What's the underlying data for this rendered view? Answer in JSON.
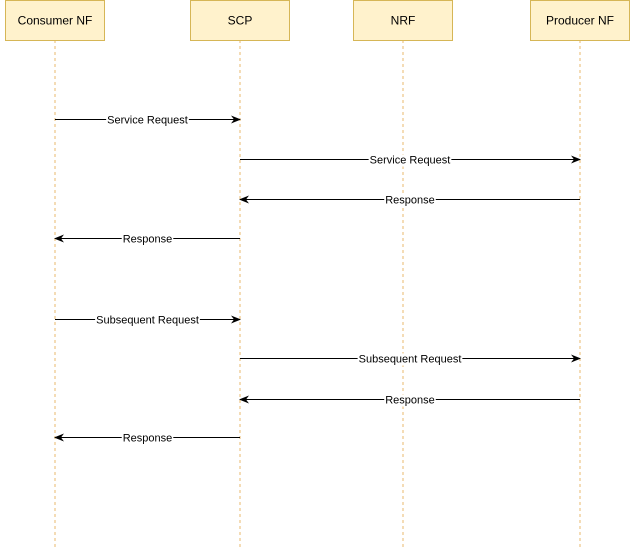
{
  "colors": {
    "participant_fill": "#fff2cc",
    "participant_stroke": "#d6b656",
    "lifeline": "#e8b86d",
    "arrow": "#000000"
  },
  "participants": [
    {
      "id": "consumer",
      "label": "Consumer NF"
    },
    {
      "id": "scp",
      "label": "SCP"
    },
    {
      "id": "nrf",
      "label": "NRF"
    },
    {
      "id": "producer",
      "label": "Producer NF"
    }
  ],
  "messages": [
    {
      "from": "consumer",
      "to": "scp",
      "label": "Service Request"
    },
    {
      "from": "scp",
      "to": "producer",
      "label": "Service Request"
    },
    {
      "from": "producer",
      "to": "scp",
      "label": "Response"
    },
    {
      "from": "scp",
      "to": "consumer",
      "label": "Response"
    },
    {
      "from": "consumer",
      "to": "scp",
      "label": "Subsequent Request"
    },
    {
      "from": "scp",
      "to": "producer",
      "label": "Subsequent Request"
    },
    {
      "from": "producer",
      "to": "scp",
      "label": "Response"
    },
    {
      "from": "scp",
      "to": "consumer",
      "label": "Response"
    }
  ]
}
